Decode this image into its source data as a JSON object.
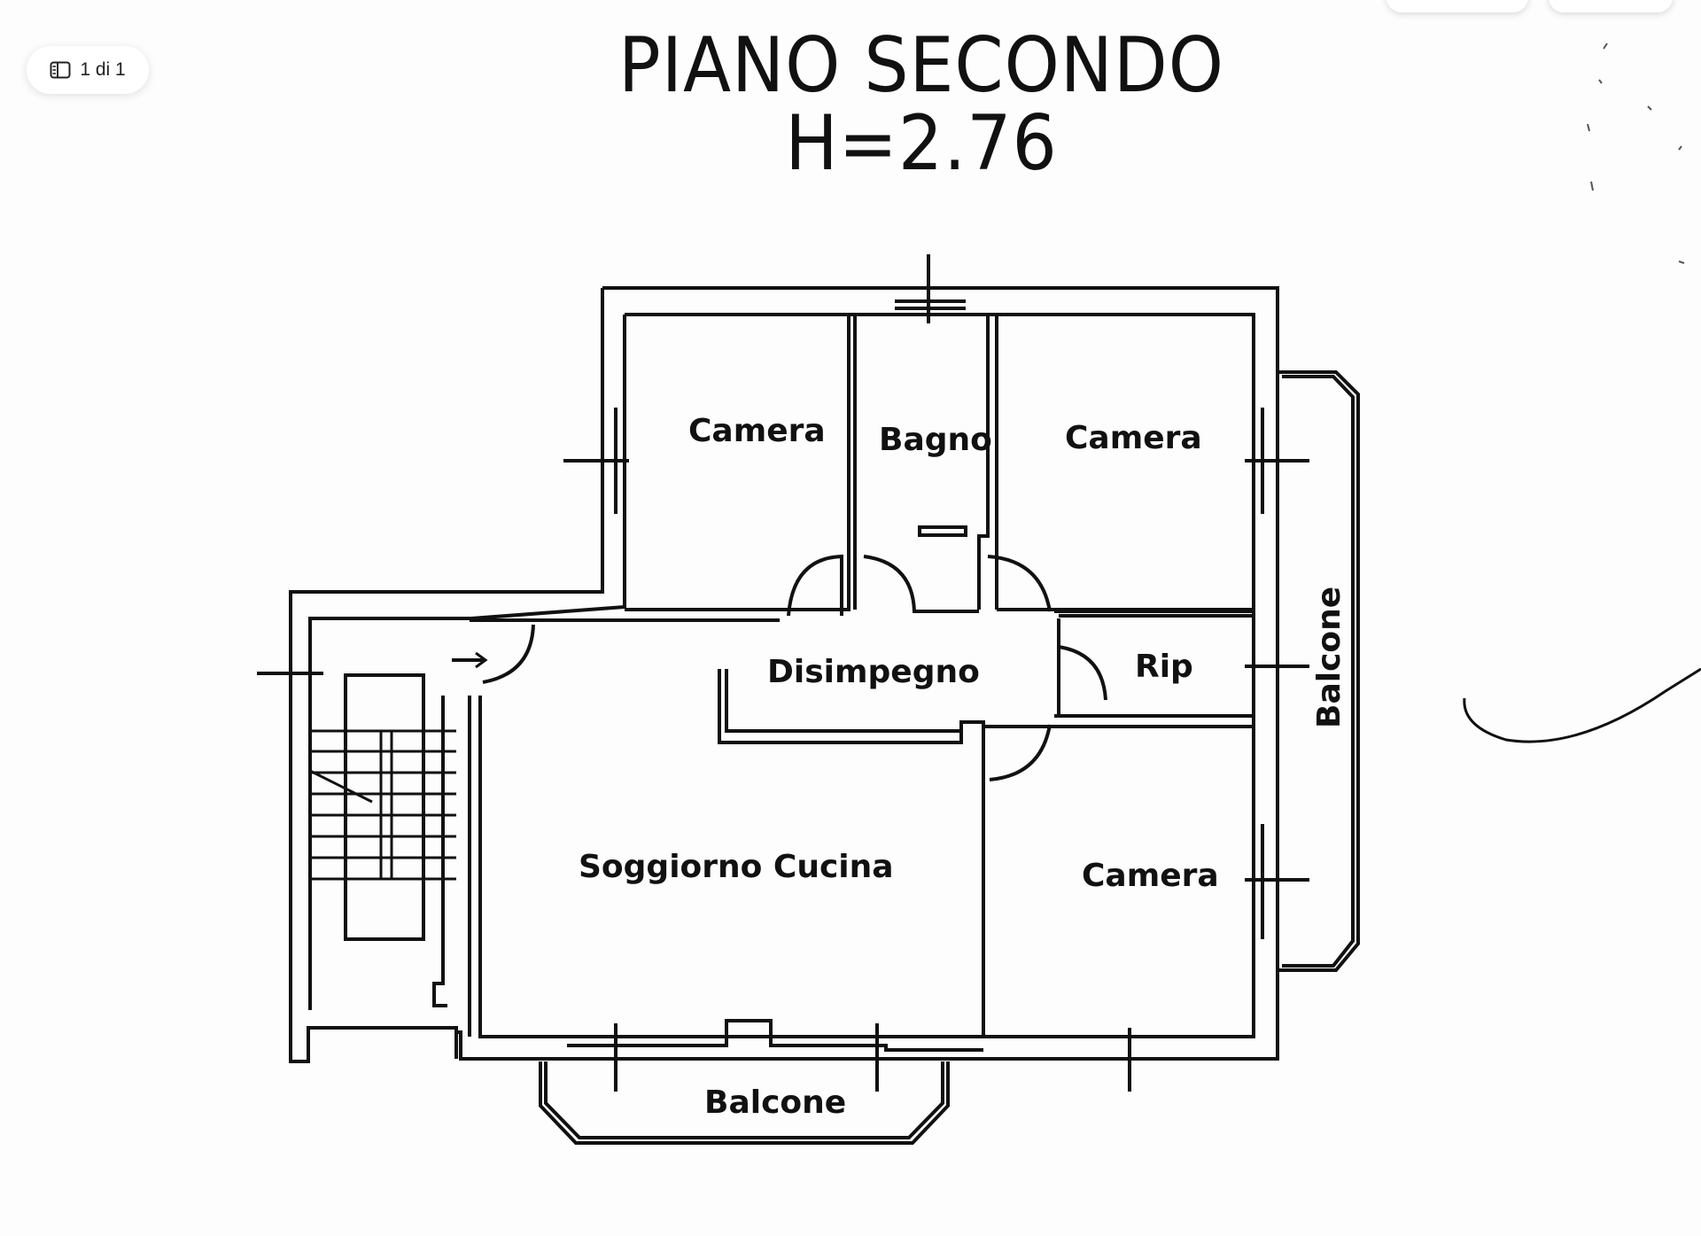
{
  "viewer": {
    "page_indicator": "1 di 1",
    "page_icon": "sidebar-panel-icon"
  },
  "plan": {
    "title": "PIANO SECONDO",
    "height_note": "H=2.76",
    "rooms": {
      "camera_top_left": "Camera",
      "bagno": "Bagno",
      "camera_top_right": "Camera",
      "disimpegno": "Disimpegno",
      "rip": "Rip",
      "soggiorno_cucina": "Soggiorno Cucina",
      "camera_bottom_right": "Camera",
      "balcone_bottom": "Balcone",
      "balcone_right": "Balcone"
    }
  }
}
